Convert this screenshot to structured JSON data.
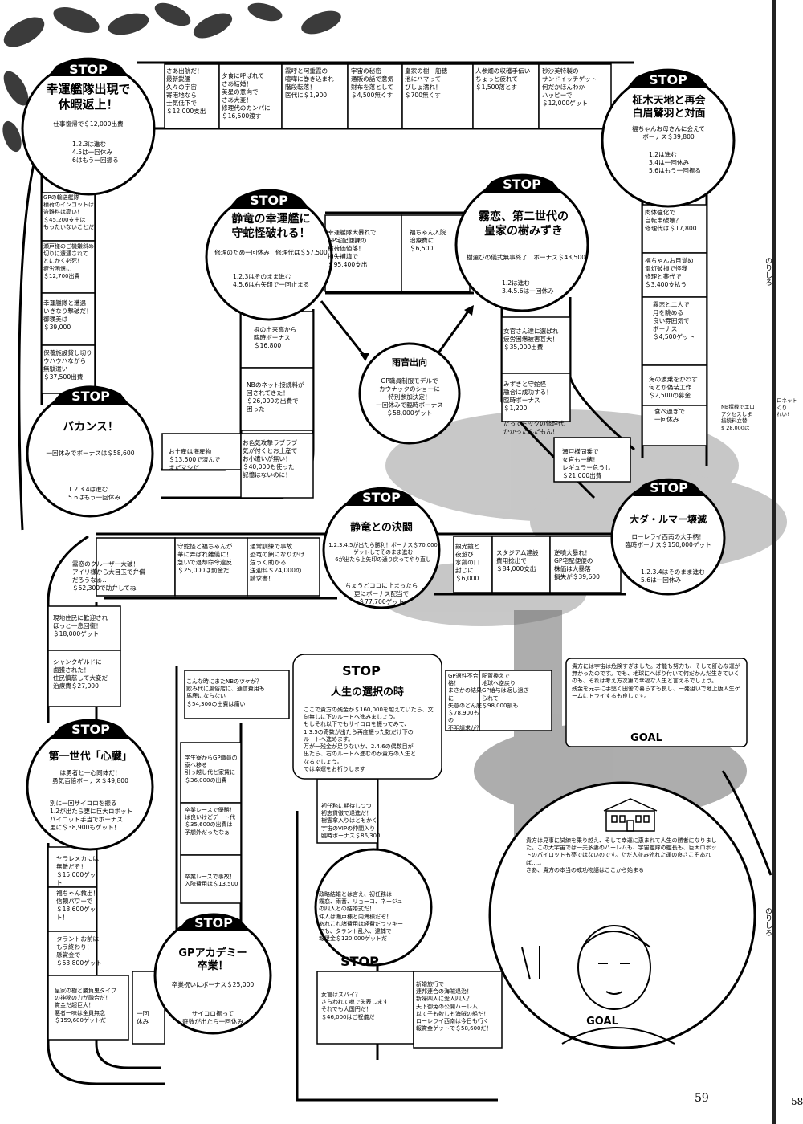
{
  "page_number": "59",
  "side_label_1": "のりしろ",
  "side_label_2": "のりしろ",
  "right_edge_number": "58",
  "right_edge_fragments": [
    "NB撰載でエロ\nアクセスしま\n接続料立替\n$ 28,000は\n",
    "ロネット\nくり\nれい!"
  ],
  "stops": {
    "s1": {
      "stop": "STOP",
      "title": "幸運艦隊出現で\n休暇返上！",
      "sub": "仕事復帰で＄12,000出費",
      "rule": "1.2.3は進む\n4.5は一回休み\n6はもう一回振る"
    },
    "s2": {
      "stop": "STOP",
      "title": "静竜の幸運艦に\n守蛇怪破れる！",
      "sub": "修理のため一回休み　修理代は＄57,500",
      "rule": "1.2.3はそのまま進む\n4.5.6は右矢印で一回止まる"
    },
    "s3": {
      "stop": "STOP",
      "title": "霧恋、第二世代の\n皇家の樹みずき",
      "sub": "樹選びの儀式無事終了　ボーナス＄43,500",
      "rule": "1.2は進む\n3.4.5.6は一回休み"
    },
    "s4": {
      "stop": "STOP",
      "title": "柾木天地と再会\n白眉鷲羽と対面",
      "sub": "福ちゃんお母さんに会えて\nボーナス＄39,800",
      "rule": "1.2は進む\n3.4は一回休み\n5.6はもう一回振る"
    },
    "s5": {
      "stop": "STOP",
      "title": "バカンス！",
      "sub": "一回休みでボーナスは＄58,600",
      "rule": "1.2.3.4は進む\n5.6はもう一回休み"
    },
    "s6": {
      "stop": "STOP",
      "title": "静竜との決闘",
      "sub": "1.2.3.4.5が出たら勝利！ボーナス＄70,000\nゲットしてそのまま進む\n6が出たら上矢印の通り戻ってやり直し",
      "rule": "ちょうどココに止まったら\n更にボーナス配当で\n＄77,700ゲット"
    },
    "s7": {
      "stop": "STOP",
      "title": "大ダ・ルマー壊滅",
      "sub": "ローレライ西南の大手柄！\n臨時ボーナス＄150,000ゲット",
      "rule": "1.2.3.4はそのまま進む\n5.6は一回休み"
    },
    "s8": {
      "stop": "STOP",
      "title": "第一世代「心臓」",
      "sub": "は勇者と一心同体だ！\n勇気百倍ボーナス＄49,800",
      "rule": "別に一回サイコロを振る\n1.2が出たら更に巨大ロボット\nパイロット手当でボーナス\n更に＄38,900もゲット！"
    },
    "s9": {
      "stop": "STOP",
      "title": "GPアカデミー\n卒業！",
      "sub": "卒業祝いにボーナス＄25,000",
      "rule": "サイコロ振って\n奇数が出たら一回休み"
    },
    "s10": {
      "stop": "STOP",
      "title": "人生の選択の時",
      "body": "ここで貴方の残金が＄160,000を越えていたら、文句無しに下のルートへ進みましょう。\nもしそれ以下でもサイコロを振ってみて、\n1.3.5の奇数が出たら再度振った数だけ下の\nルートへ進めます。\n万が一残金が足りないか、2.4.6の偶数目が\n出たら、右のルートへ進むのが貴方の人生と\nなるでしょう。\nでは幸運をお祈りします"
    }
  },
  "rain": {
    "title": "雨音出向",
    "body": "GP職員制服モデルで\nカウナックのショーに\n特別参加決定！\n一回休みで臨時ボーナス\n＄58,000ゲット"
  },
  "goal1": {
    "label": "GOAL",
    "body": "貴方には宇宙は危険すぎました。才能も努力も、そして肝心な運が無かったのです。でも、地球にへばり付いて何だかんだ生きていくのも、それは考え方次第で幸福な人生と言えるでしょう。\n残金を元手に手堅く田舎で暮らすも良し、一発狙いで地上版人生ゲームにトライするも良しです。"
  },
  "goal2": {
    "label": "GOAL",
    "body": "貴方は見事に試練を乗り越え、そして幸運に恵まれて人生の勝者になりました。この大宇宙では一夫多妻のハーレムも、宇宙艦隊の艦長も、巨大ロボットのパイロットも夢ではないのです。ただ人並み外れた運の良さこそあれば‥‥。\nさあ、貴方の本当の成功物語はここから始まる"
  },
  "cells": {
    "top": [
      "さあ出航だ！\n最新鋭艦\n久々の宇宙\n寄港地なら\n士気低下で\n＄12,000支出",
      "夕食に呼ばれて\nさあ結婚！\n美星の意向で\nさあ大変！\n修理代のカンパに\n＄16,500渡す",
      "霧呼と阿重霞の\n喧嘩に巻き込まれ\n階段転落！\n医代に＄1,900",
      "宇宙の秘密\n通販の話で意気\n財布を落として\n＄4,500無くす",
      "皇家の樹　船穂\n池にハマって\nびしょ濡れ！\n＄700無くす",
      "人参畑の収穫手伝い\nちょっと疲れて\n＄1,500落とす",
      "砂沙美特製の\nサンドイッチゲット\n何だかほんわか\nハッピーで\n＄12,000ゲット"
    ],
    "left": [
      "GPの輸送艦隊\n積荷のインゴットは\n盗難料は高い！\n＄45,200支出は\nもったいないことだ",
      "瀬戸様のご機嫌斜め\n切りに遭遇されて\nとにかく必死！\n疲労困憊に\n＄12,700出費",
      "幸運艦隊と遭遇\nいきなり撃破だ！\n御褒美は\n＄39,000",
      "保養施設貸し切り\nウハウハながら\n無駄遣い\n＄37,500出費"
    ],
    "mid": [
      "幸運艦隊大暴れで\nGP宅配便課の\n積荷価値落！\n損失補填で\n＄95,400支出",
      "福ちゃん入院\n治療費に\n＄6,500",
      "掘の出来高から\n臨時ボーナス\n＄16,800",
      "NBのネット接続料が\n回されてきた！\n＄26,000の出費で\n困った",
      "お土産は海産物\n＄13,500で済んで\nまだマシだ",
      "お色気攻撃ラブラブ\n気が付くとお土産で\nお小遣いが無い！\n＄40,000も使った\n記憶はないのに！"
    ],
    "right": [
      "肉体強化で\n自転車破壊？\n修理代は＄17,800",
      "福ちゃんお目覚め\n電灯破損で怪我\n修理と薬代で\n＄3,400支払う",
      "霧恋と二人で\n月を眺める\n良い雰囲気で\nボーナス\n＄4,500ゲット",
      "海の波乗をかわす\n何とか偽装工作\n＄2,500の募金",
      "食べ過ぎで\n一回休み",
      "女官さん達に選ばれ\n疲労困憊被害甚大！\n＄35,000出費",
      "みずきと守蛇怪\n融合に成功する！\n臨時ボーナス\n＄1,200",
      "だってドックの修理代\nかかったんだもん！",
      "瀬戸様同乗で\n女官も一緒！\nレギュラー危うし\n＄21,000出費"
    ],
    "row2": [
      "霧恋のクルーザー大破！\nアイリ様から大目玉で弁償\nだろうなぁ‥\n＄52,300で助弁してね",
      "守蛇怪と福ちゃんが\n華に弄ばれ難儀に！\n急いで退却命令違反\n＄25,000は罰金だ",
      "通常訓練で事故\n恐竜の餌になりかけ\n危うく助かる\n送迎料＄24,000の\n請求書！",
      "銀光鏡と\n夜遊び\n水鶏の口\n封じに\n＄6,000",
      "スタジアム建設\n費用捻出で\n＄84,000支出",
      "逆噴大暴れ！\nGP宅配便便の\n株価は大暴落\n損失が＄39,600"
    ],
    "lower_left": [
      "現地住民に歓迎され\nほっと一息回復！\n＄18,000ゲット",
      "シャンクギルドに\n鹵獲された！\n住民慎慈して大変だ\n治療費＄27,000",
      "ヤラレメカには\n無敵だぞ！\n＄15,000ゲット",
      "福ちゃん救出！\n信頼パワーで\n＄18,600ゲット！",
      "タラントお前は\nもう終わり！\n懸賞金で\n＄53,800ゲット",
      "皇家の樹と勝負鬼タイプ\nの神秘の力が融合だ！\n賞金だ超巨大！\n悪者一味は全員無念\n＄159,600ゲットだ"
    ],
    "lower_mid": [
      "こんな時にまたNBのツケが？\n飲み代に風俗店に、通信費用も\n馬鹿にならない\n＄54,300の出費は痛い",
      "学生寮からGP職員の\n寮へ移る\n引っ越し代と家賃に\n＄36,000の出費",
      "卒業レースで優勝！\nは良いけどデート代\n＄35,600の出費は\n予想外だったなぁ",
      "卒業レースで事故！\n入院費用は＄13,500",
      "一回\n休み",
      "初任務に期待しつつ\n初志貫徹で退進だ！\n樹霊拿入りはともかく\n宇宙のVIPの仲間入り\n臨時ボーナス＄86,300",
      "政略結婚とは言え、初任務は\n霧恋、雨音、リョーコ、ネージュ\nの四人との結婚式だ！\n仲人は瀬戸様と内海様だぞ！\nあれこれ諸費用は経費だラッキー\nでも、タラント乱入、逮捕で\n報奨金＄120,000ゲットだ",
      "女官はスパイ？\nさらわれて噂で失表します\nそれでも大国円だ！\n＄46,000はご祝儀だ",
      "新婚旅行で\n連邦連合の海賊退治！\n新婦四人に愛人四人？\n天下御免の公開ハーレム！\n以て子も欲しも海賊の船だ！\nローレライ西南は今日も行く\n報賞金ゲットで＄58,600だ！"
    ],
    "lower_right": [
      "GP適性不合格！\nまさかの結果に\n失意のどん底\n＄78,900もの\n不明請求が？",
      "配置換えで\n地球へ逆戻り\nGP給与は返し過ぎ\nられて\n＄98,000損も…"
    ]
  }
}
